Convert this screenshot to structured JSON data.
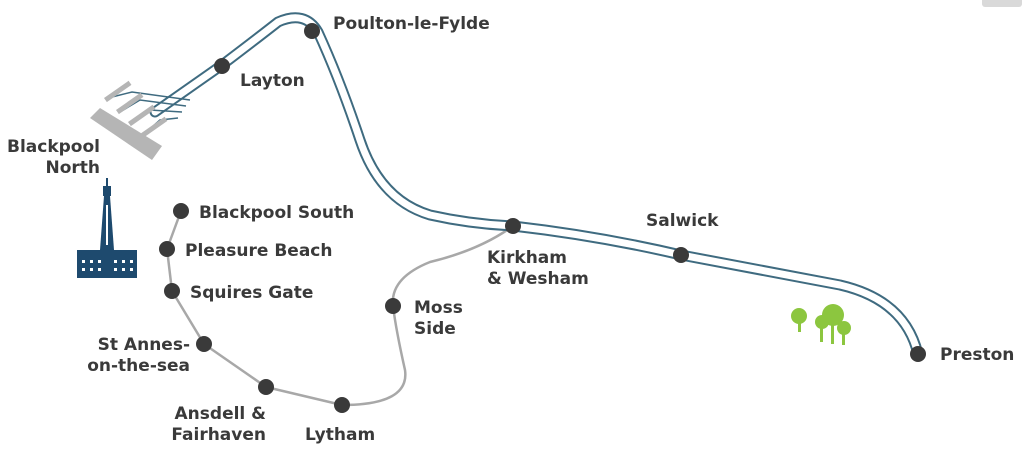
{
  "map": {
    "colors": {
      "main_line_outline": "#3f6b80",
      "main_line_fill": "#ffffff",
      "branch_line": "#a8a8a8",
      "station_dot": "#3a3a3a",
      "label": "#3a3a3a",
      "tower": "#1e4a6e",
      "trees": "#8cc63f",
      "platform": "#b5b5b5"
    },
    "stations": {
      "blackpool_north": "Blackpool\nNorth",
      "layton": "Layton",
      "poulton": "Poulton-le-Fylde",
      "kirkham": "Kirkham\n& Wesham",
      "salwick": "Salwick",
      "preston": "Preston",
      "blackpool_south": "Blackpool South",
      "pleasure_beach": "Pleasure Beach",
      "squires_gate": "Squires Gate",
      "st_annes": "St Annes-\non-the-sea",
      "ansdell": "Ansdell &\nFairhaven",
      "lytham": "Lytham",
      "moss_side": "Moss\nSide"
    },
    "icons": {
      "tower": "blackpool-tower-icon",
      "trees": "trees-icon",
      "terminus": "blackpool-north-platforms-icon"
    }
  }
}
